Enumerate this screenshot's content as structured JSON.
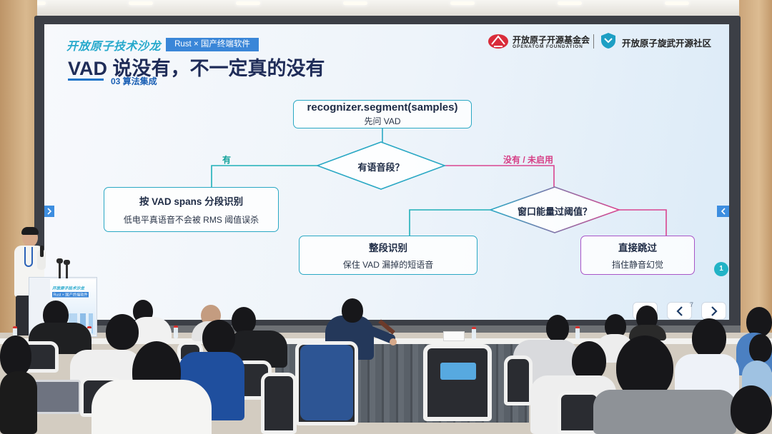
{
  "colors": {
    "slide_blue": "#1a73c8",
    "flow_teal": "#2aa8c4",
    "flow_pink": "#d9458f",
    "title_navy": "#1f2c58",
    "foundation_red": "#d92c3a"
  },
  "slide": {
    "brand": "开放原子技术沙龙",
    "badge": "Rust × 国产终端软件",
    "org_foundation": "开放原子开源基金会",
    "org_foundation_en": "OPENATOM FOUNDATION",
    "org_community": "开放原子旋武开源社区",
    "title": "VAD 说没有，不一定真的没有",
    "section": "03 算法集成",
    "flowchart": {
      "start_title": "recognizer.segment(samples)",
      "start_subtitle": "先问 VAD",
      "decision_1": "有语音段？",
      "yes_label": "有",
      "no_label": "没有 / 未启用",
      "vad_title": "按 VAD spans 分段识别",
      "vad_subtitle": "低电平真语音不会被 RMS 阈值误杀",
      "decision_2": "窗口能量过阈值？",
      "pass_title": "整段识别",
      "pass_subtitle": "保住 VAD 漏掉的短语音",
      "skip_title": "直接跳过",
      "skip_subtitle": "挡住静音幻觉"
    },
    "nav": {
      "badge": "1",
      "page": "7",
      "prev_icon": "chevron-left-icon",
      "next_icon": "chevron-right-icon"
    }
  },
  "podium_poster": {
    "brand": "开放原子技术沙龙",
    "badge": "Rust × 国产终端软件"
  }
}
